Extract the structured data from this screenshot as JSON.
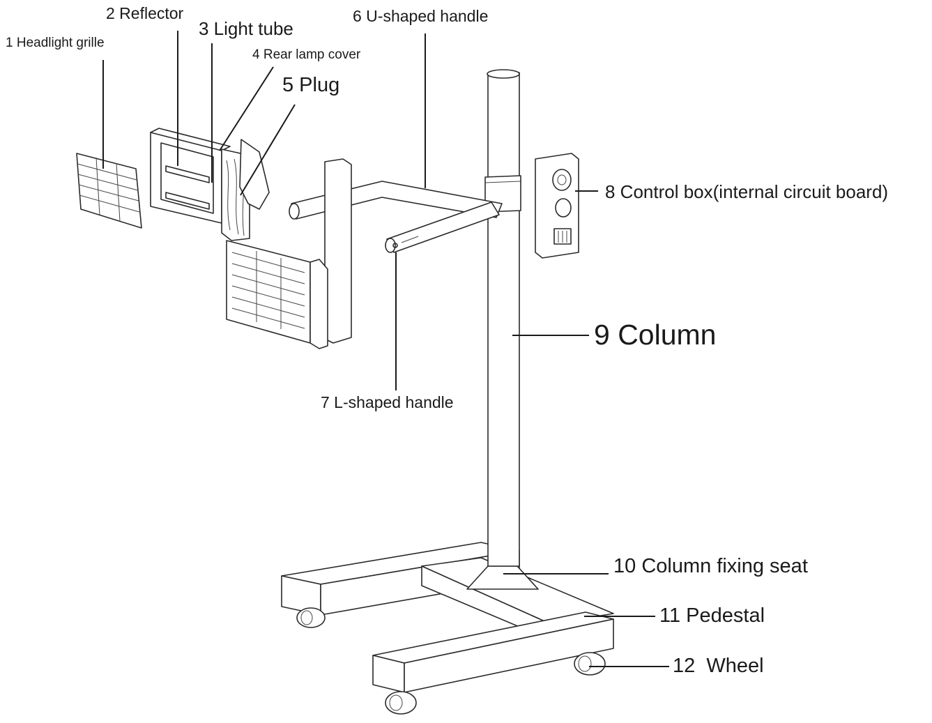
{
  "labels": {
    "headlight_grille": "1 Headlight grille",
    "reflector": "2 Reflector",
    "light_tube": "3 Light tube",
    "rear_lamp_cover": "4 Rear lamp cover",
    "plug": "5 Plug",
    "u_handle": "6 U-shaped handle",
    "l_handle": "7 L-shaped handle",
    "control_box": "8 Control box(internal circuit board)",
    "column": "9 Column",
    "column_seat": "10 Column fixing seat",
    "pedestal": "11 Pedestal",
    "wheel": "12  Wheel"
  },
  "colors": {
    "line": "#2a2a2a",
    "text": "#1a1a1a",
    "background": "#ffffff"
  }
}
